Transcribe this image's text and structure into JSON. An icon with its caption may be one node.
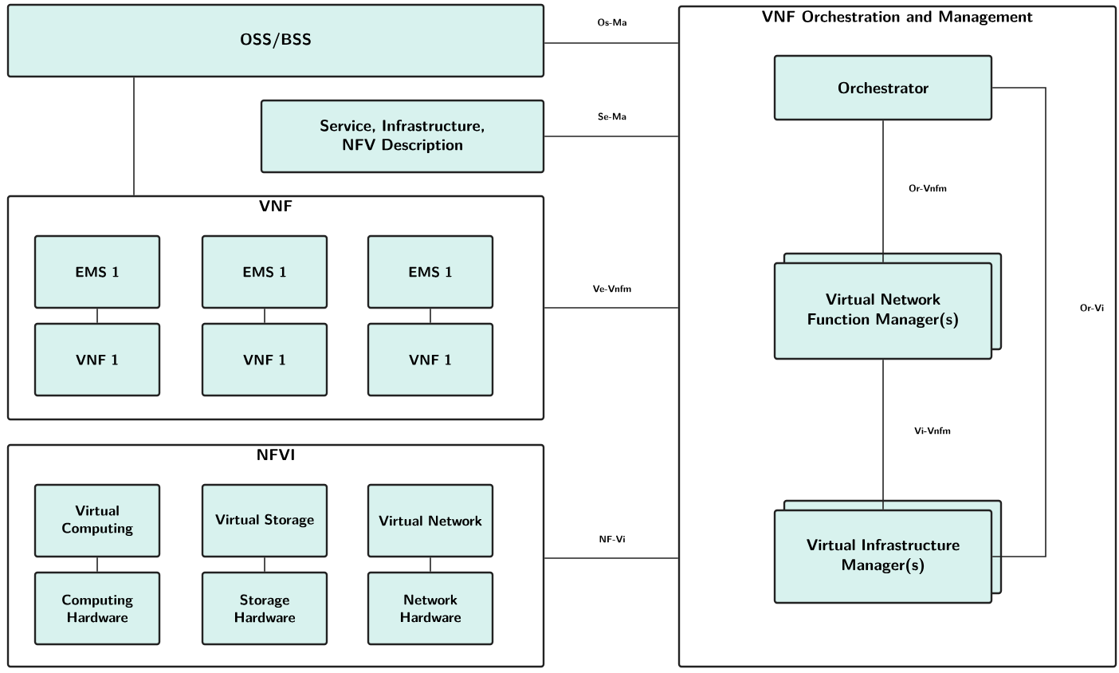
{
  "diagram": {
    "nodes": [
      {
        "text": [
          "OSS/BSS"
        ]
      },
      {
        "text": [
          "Service, Infrastructure, NFV Description"
        ]
      },
      {
        "text": [
          "VNF"
        ]
      },
      {
        "text": [
          "EMS 1"
        ],
        "in": 2
      },
      {
        "text": [
          "VNF 1"
        ],
        "in": 2
      },
      {
        "text": [
          "EMS 1"
        ],
        "in": 2
      },
      {
        "text": [
          "VNF 1"
        ],
        "in": 2
      },
      {
        "text": [
          "EMS 1"
        ],
        "in": 2
      },
      {
        "text": [
          "VNF 1"
        ],
        "in": 2
      },
      {
        "text": [
          "NFVI"
        ]
      },
      {
        "text": [
          "Virtual Computing"
        ],
        "in": 9
      },
      {
        "text": [
          "Computing Hardware"
        ],
        "in": 9
      },
      {
        "text": [
          "Virtual Storage"
        ],
        "in": 9
      },
      {
        "text": [
          "Storage Hardware"
        ],
        "in": 9
      },
      {
        "text": [
          "Virtual Network"
        ],
        "in": 9
      },
      {
        "text": [
          "Network Hardware"
        ],
        "in": 9
      },
      {
        "text": [
          "VNF Orchestration and Management"
        ]
      },
      {
        "text": [
          "Orchestrator"
        ],
        "in": 16
      },
      {
        "text": [
          "Virtual Network Function Manager(s)"
        ],
        "in": 16
      },
      {
        "text": [
          "Virtual Infrastructure Manager(s)"
        ],
        "in": 16
      }
    ],
    "edges": [
      {
        "from": 0,
        "to": 2,
        "arrow": "none"
      },
      {
        "from": 0,
        "to": 16,
        "arrow": "none",
        "label": "Os-Ma"
      },
      {
        "from": 1,
        "to": 16,
        "arrow": "none",
        "label": "Se-Ma"
      },
      {
        "from": 2,
        "to": 16,
        "arrow": "none",
        "label": "Ve-Vnfm"
      },
      {
        "from": 9,
        "to": 16,
        "arrow": "none",
        "label": "NF-Vi"
      },
      {
        "from": 3,
        "to": 4,
        "arrow": "none"
      },
      {
        "from": 5,
        "to": 6,
        "arrow": "none"
      },
      {
        "from": 7,
        "to": 8,
        "arrow": "none"
      },
      {
        "from": 10,
        "to": 11,
        "arrow": "none"
      },
      {
        "from": 12,
        "to": 13,
        "arrow": "none"
      },
      {
        "from": 14,
        "to": 15,
        "arrow": "none"
      },
      {
        "from": 17,
        "to": 18,
        "arrow": "none",
        "label": "Or-Vnfm"
      },
      {
        "from": 18,
        "to": 19,
        "arrow": "none",
        "label": "Vi-Vnfm"
      },
      {
        "from": 17,
        "to": 19,
        "arrow": "none",
        "label": "Or-Vi"
      }
    ]
  }
}
